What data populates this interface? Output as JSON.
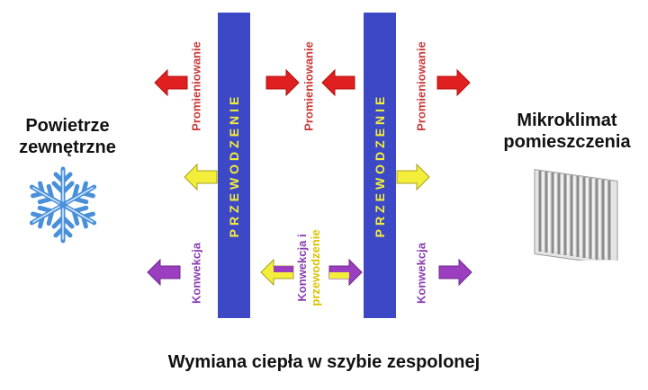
{
  "left_title": [
    "Powietrze",
    "zewnętrzne"
  ],
  "right_title": [
    "Mikroklimat",
    "pomieszczenia"
  ],
  "caption": "Wymiana ciepła w szybie zespolonej",
  "panes": [
    {
      "label": "PRZEWODZENIE"
    },
    {
      "label": "PRZEWODZENIE"
    }
  ],
  "labels": {
    "radiation": "Promieniowanie",
    "convection": "Konwekcja",
    "convection_conduction_line1": "Konwekcja i",
    "convection_conduction_line2": "przewodzenie"
  },
  "colors": {
    "pane": "#3c48c6",
    "pane_text": "#f2ee3a",
    "radiation": "#e02020",
    "radiation_label": "#c83a3a",
    "conduction": "#f2ee3a",
    "convection": "#9b3fc0",
    "convection_label": "#8a3fb0"
  },
  "icons": {
    "left": "snowflake-icon",
    "right": "radiator-icon"
  }
}
